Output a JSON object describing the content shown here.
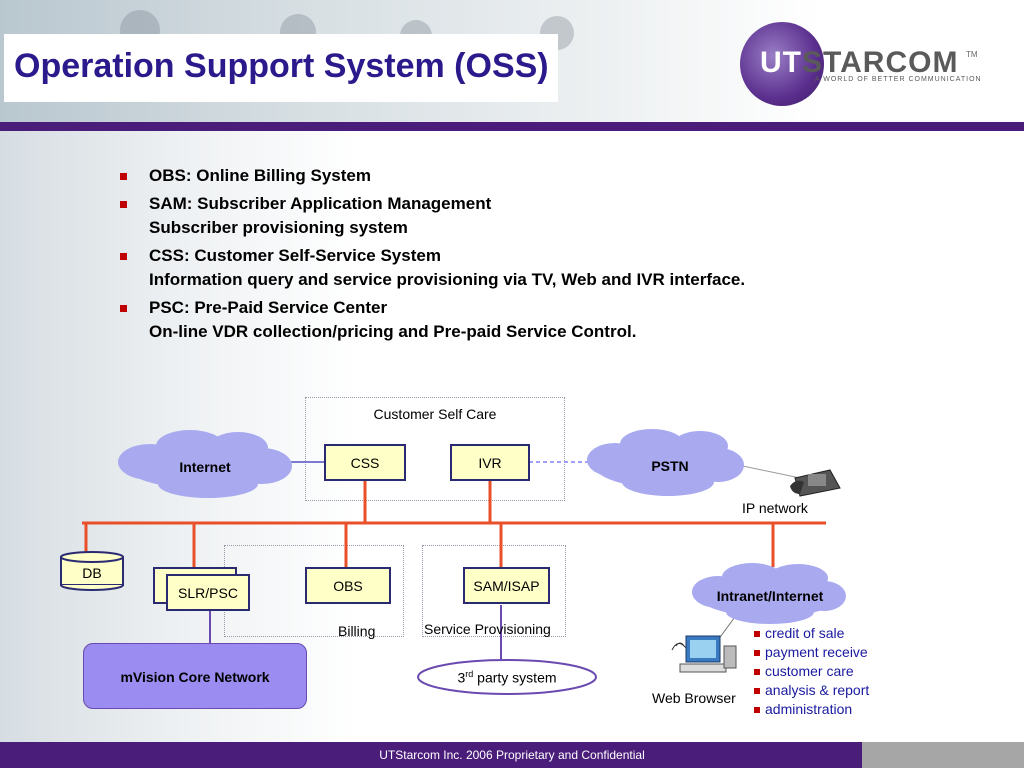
{
  "slide": {
    "title": "Operation Support System (OSS)",
    "logo": {
      "brand_left": "UT",
      "brand_right": "STARCOM",
      "tm": "TM",
      "tagline": "A WORLD OF BETTER COMMUNICATION"
    },
    "bullets": [
      {
        "lines": [
          "OBS: Online Billing System"
        ]
      },
      {
        "lines": [
          "SAM: Subscriber Application Management",
          "Subscriber provisioning system"
        ]
      },
      {
        "lines": [
          "CSS: Customer Self-Service System",
          "Information query and service provisioning via TV, Web and IVR interface."
        ]
      },
      {
        "lines": [
          "PSC: Pre-Paid Service Center",
          "On-line VDR collection/pricing and Pre-paid Service Control."
        ]
      }
    ],
    "footer": "UTStarcom Inc. 2006 Proprietary and Confidential"
  },
  "diagram": {
    "group_customer_self_care": "Customer Self Care",
    "cloud_internet": "Internet",
    "cloud_pstn": "PSTN",
    "cloud_intranet": "Intranet/Internet",
    "box_css": "CSS",
    "box_ivr": "IVR",
    "label_ip_network": "IP network",
    "box_db": "DB",
    "box_slr_psc": "SLR/PSC",
    "box_obs": "OBS",
    "box_sam": "SAM/ISAP",
    "label_billing": "Billing",
    "label_service_provisioning": "Service Provisioning",
    "box_mvision": "mVision Core Network",
    "third_party": {
      "num": "3",
      "sup": "rd",
      "rest": " party system"
    },
    "label_web_browser": "Web Browser",
    "services": [
      "credit of sale",
      "payment receive",
      "customer care",
      "analysis & report",
      "administration"
    ],
    "colors": {
      "bus": "#e8502a",
      "cloud": "#a9a9f0",
      "box_fill": "#ffffc8",
      "core_fill": "#9a8cf0",
      "accent": "#4b1d7a"
    }
  }
}
